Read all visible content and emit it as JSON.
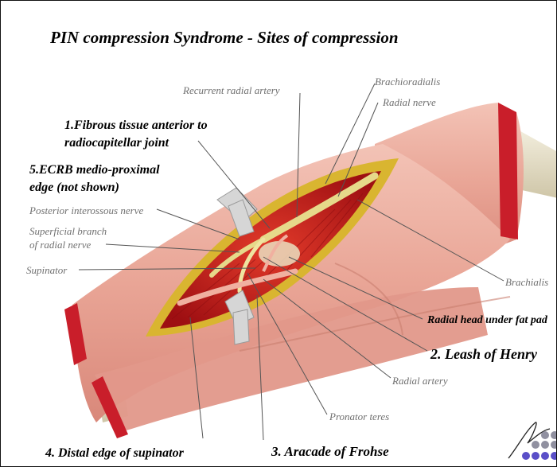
{
  "title": "PIN compression Syndrome - Sites of compression",
  "labels": {
    "recurrent_radial_artery": "Recurrent radial artery",
    "brachioradialis": "Brachioradialis",
    "radial_nerve": "Radial nerve",
    "site1": "1.Fibrous tissue anterior to\nradiocapitellar joint",
    "site5": "5.ECRB medio-proximal\nedge (not shown)",
    "posterior_interosseous_nerve": "Posterior interossous nerve",
    "superficial_branch": "Superficial branch\nof radial nerve",
    "supinator": "Supinator",
    "brachialis": "Brachialis",
    "radial_head": "Radial head under fat pad",
    "site2": "2. Leash of Henry",
    "radial_artery": "Radial artery",
    "pronator_teres": "Pronator teres",
    "site4": "4. Distal edge of supinator",
    "site3": "3. Aracade of Frohse"
  },
  "colors": {
    "skin": "#e9a596",
    "skin_shadow": "#d98a7a",
    "wound_red": "#c41818",
    "fat_yellow": "#d9b530",
    "nerve_yellow": "#e6d98a",
    "retractor_grey": "#d6d6d6",
    "bone_cream": "#ece6cf",
    "logo_dots": [
      "#9090a0",
      "#5a4fc8"
    ]
  },
  "icons": [
    "retractor-icon",
    "signature-mark",
    "dot-logo"
  ]
}
